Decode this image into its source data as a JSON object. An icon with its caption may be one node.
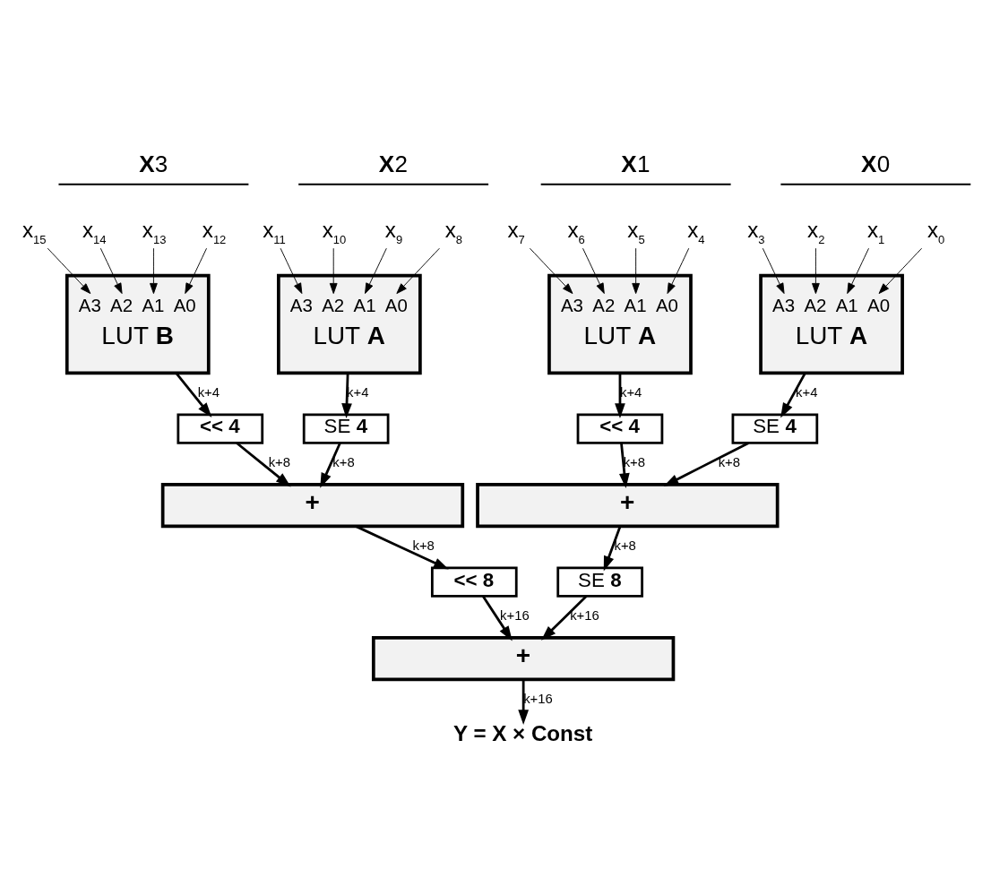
{
  "diagram": {
    "nodes": [
      {
        "text": [
          "x$_{15}$"
        ]
      },
      {
        "text": [
          "x$_{14}$"
        ]
      },
      {
        "text": [
          "x$_{13}$"
        ]
      },
      {
        "text": [
          "x$_{12}$"
        ]
      },
      {
        "text": [
          "x$_{11}$"
        ]
      },
      {
        "text": [
          "x$_{10}$"
        ]
      },
      {
        "text": [
          "x$_{9}$"
        ]
      },
      {
        "text": [
          "x$_{8}$"
        ]
      },
      {
        "text": [
          "x$_{7}$"
        ]
      },
      {
        "text": [
          "x$_{6}$"
        ]
      },
      {
        "text": [
          "x$_{5}$"
        ]
      },
      {
        "text": [
          "x$_{4}$"
        ]
      },
      {
        "text": [
          "x$_{3}$"
        ]
      },
      {
        "text": [
          "x$_{2}$"
        ]
      },
      {
        "text": [
          "x$_{1}$"
        ]
      },
      {
        "text": [
          "x$_{0}$"
        ]
      },
      {
        "text": [
          "A3",
          "A2",
          "A1",
          "A0",
          "LUT **B**"
        ]
      },
      {
        "text": [
          "A3",
          "A2",
          "A1",
          "A0",
          "LUT **A**"
        ]
      },
      {
        "text": [
          "A3",
          "A2",
          "A1",
          "A0",
          "LUT **A**"
        ]
      },
      {
        "text": [
          "A3",
          "A2",
          "A1",
          "A0",
          "LUT **A**"
        ]
      },
      {
        "text": [
          "<< 4"
        ]
      },
      {
        "text": [
          "SE **4**"
        ]
      },
      {
        "text": [
          "<< 4"
        ]
      },
      {
        "text": [
          "SE **4**"
        ]
      },
      {
        "text": [
          "+"
        ]
      },
      {
        "text": [
          "+"
        ]
      },
      {
        "text": [
          "<< 8"
        ]
      },
      {
        "text": [
          "SE **8**"
        ]
      },
      {
        "text": [
          "+"
        ]
      },
      {
        "text": [
          "Y = X × Const"
        ]
      }
    ],
    "edges": [
      {
        "from": 0,
        "to": 16,
        "arrow": "to"
      },
      {
        "from": 1,
        "to": 16,
        "arrow": "to"
      },
      {
        "from": 2,
        "to": 16,
        "arrow": "to"
      },
      {
        "from": 3,
        "to": 16,
        "arrow": "to"
      },
      {
        "from": 4,
        "to": 17,
        "arrow": "to"
      },
      {
        "from": 5,
        "to": 17,
        "arrow": "to"
      },
      {
        "from": 6,
        "to": 17,
        "arrow": "to"
      },
      {
        "from": 7,
        "to": 17,
        "arrow": "to"
      },
      {
        "from": 8,
        "to": 18,
        "arrow": "to"
      },
      {
        "from": 9,
        "to": 18,
        "arrow": "to"
      },
      {
        "from": 10,
        "to": 18,
        "arrow": "to"
      },
      {
        "from": 11,
        "to": 18,
        "arrow": "to"
      },
      {
        "from": 12,
        "to": 19,
        "arrow": "to"
      },
      {
        "from": 13,
        "to": 19,
        "arrow": "to"
      },
      {
        "from": 14,
        "to": 19,
        "arrow": "to"
      },
      {
        "from": 15,
        "to": 19,
        "arrow": "to"
      },
      {
        "from": 16,
        "to": 20,
        "arrow": "to",
        "label": "k+4",
        "style": "thick"
      },
      {
        "from": 17,
        "to": 21,
        "arrow": "to",
        "label": "k+4",
        "style": "thick"
      },
      {
        "from": 18,
        "to": 22,
        "arrow": "to",
        "label": "k+4",
        "style": "thick"
      },
      {
        "from": 19,
        "to": 23,
        "arrow": "to",
        "label": "k+4",
        "style": "thick"
      },
      {
        "from": 20,
        "to": 24,
        "arrow": "to",
        "label": "k+8",
        "style": "thick"
      },
      {
        "from": 21,
        "to": 24,
        "arrow": "to",
        "label": "k+8",
        "style": "thick"
      },
      {
        "from": 22,
        "to": 25,
        "arrow": "to",
        "label": "k+8",
        "style": "thick"
      },
      {
        "from": 23,
        "to": 25,
        "arrow": "to",
        "label": "k+8",
        "style": "thick"
      },
      {
        "from": 24,
        "to": 26,
        "arrow": "to",
        "label": "k+8",
        "style": "thick"
      },
      {
        "from": 25,
        "to": 27,
        "arrow": "to",
        "label": "k+8",
        "style": "thick"
      },
      {
        "from": 26,
        "to": 28,
        "arrow": "to",
        "label": "k+16",
        "style": "thick"
      },
      {
        "from": 27,
        "to": 28,
        "arrow": "to",
        "label": "k+16",
        "style": "thick"
      },
      {
        "from": 28,
        "to": 29,
        "arrow": "to",
        "label": "k+16",
        "style": "thick"
      }
    ],
    "labels": [
      "**X**3",
      "**X**2",
      "**X**1",
      "**X**0"
    ]
  }
}
